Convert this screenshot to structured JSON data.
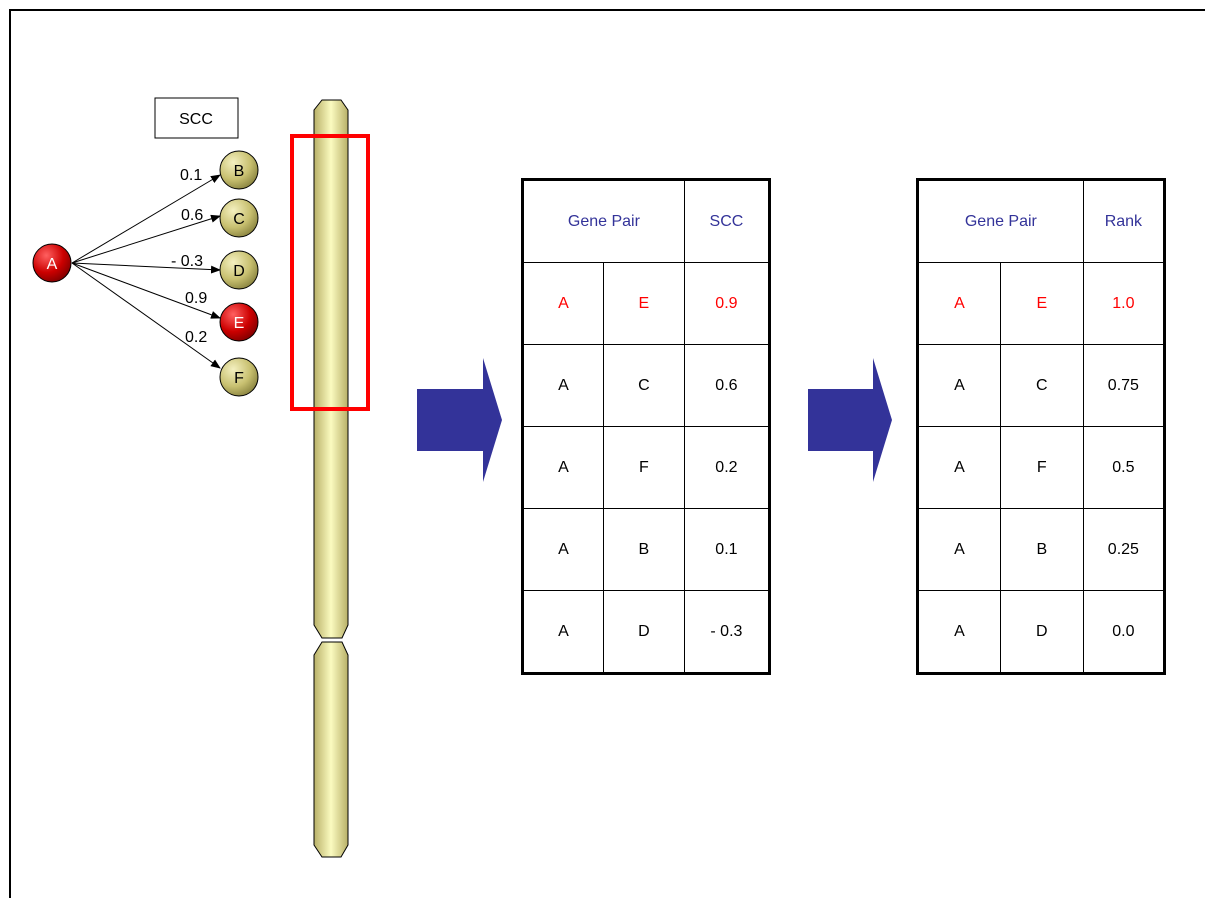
{
  "network": {
    "label": "SCC",
    "source": "A",
    "targets": [
      {
        "node": "B",
        "weight": "0.1"
      },
      {
        "node": "C",
        "weight": "0.6"
      },
      {
        "node": "D",
        "weight": "- 0.3"
      },
      {
        "node": "E",
        "weight": "0.9"
      },
      {
        "node": "F",
        "weight": "0.2"
      }
    ]
  },
  "table_scc": {
    "headers": [
      "Gene Pair",
      "SCC"
    ],
    "rows": [
      [
        "A",
        "E",
        "0.9"
      ],
      [
        "A",
        "C",
        "0.6"
      ],
      [
        "A",
        "F",
        "0.2"
      ],
      [
        "A",
        "B",
        "0.1"
      ],
      [
        "A",
        "D",
        "- 0.3"
      ]
    ]
  },
  "table_rank": {
    "headers": [
      "Gene Pair",
      "Rank"
    ],
    "rows": [
      [
        "A",
        "E",
        "1.0"
      ],
      [
        "A",
        "C",
        "0.75"
      ],
      [
        "A",
        "F",
        "0.5"
      ],
      [
        "A",
        "B",
        "0.25"
      ],
      [
        "A",
        "D",
        "0.0"
      ]
    ]
  },
  "colors": {
    "highlight_node": "#cc0000",
    "normal_node": "#c8c070",
    "chromosome": "#f0f0a0",
    "selection_box": "#ff0000",
    "arrow": "#333399",
    "header_text": "#333399",
    "highlight_text": "#ff0000"
  }
}
